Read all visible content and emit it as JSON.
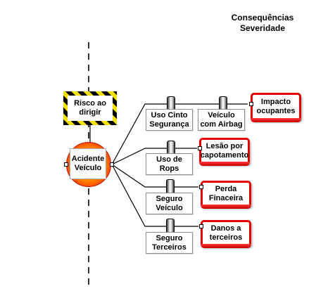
{
  "header": {
    "line1": "Consequências",
    "line2": "Severidade"
  },
  "hazard": {
    "line1": "Risco ao",
    "line2": "dirigir"
  },
  "top_event": {
    "line1": "Acidente",
    "line2": "Veículo"
  },
  "barriers": [
    {
      "line1": "Uso Cinto",
      "line2": "Segurança"
    },
    {
      "line1": "Veículo",
      "line2": "com Airbag"
    },
    {
      "line1": "Uso de",
      "line2": "Rops"
    },
    {
      "line1": "Seguro",
      "line2": "Veículo"
    },
    {
      "line1": "Seguro",
      "line2": "Terceiros"
    }
  ],
  "consequences": [
    {
      "line1": "Impacto",
      "line2": "ocupantes"
    },
    {
      "line1": "Lesão por",
      "line2": "capotamento"
    },
    {
      "line1": "Perda",
      "line2": "Finaceira"
    },
    {
      "line1": "Danos a",
      "line2": "terceiros"
    }
  ],
  "colors": {
    "consequence_border": "#e50000",
    "hazard_stripe_yellow": "#f4e000",
    "hazard_stripe_black": "#000000",
    "top_event_fill": "#ff6a00"
  }
}
